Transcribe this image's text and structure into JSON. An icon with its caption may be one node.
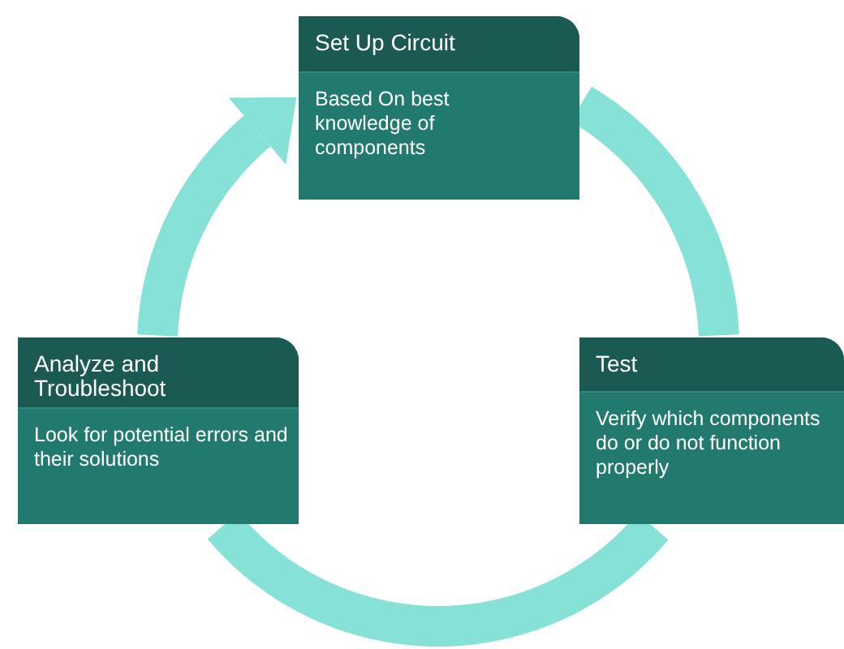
{
  "diagram": {
    "nodes": [
      {
        "text": [
          "Set Up Circuit",
          "Based On best knowledge of components"
        ]
      },
      {
        "text": [
          "Test",
          "Verify which components do or do not function properly"
        ]
      },
      {
        "text": [
          "Analyze and Troubleshoot",
          "Look for potential errors and their solutions"
        ]
      }
    ],
    "edges": [
      {
        "from": 0,
        "to": 1,
        "arrow": "none"
      },
      {
        "from": 1,
        "to": 2,
        "arrow": "none"
      },
      {
        "from": 2,
        "to": 0,
        "arrow": "to"
      }
    ]
  }
}
